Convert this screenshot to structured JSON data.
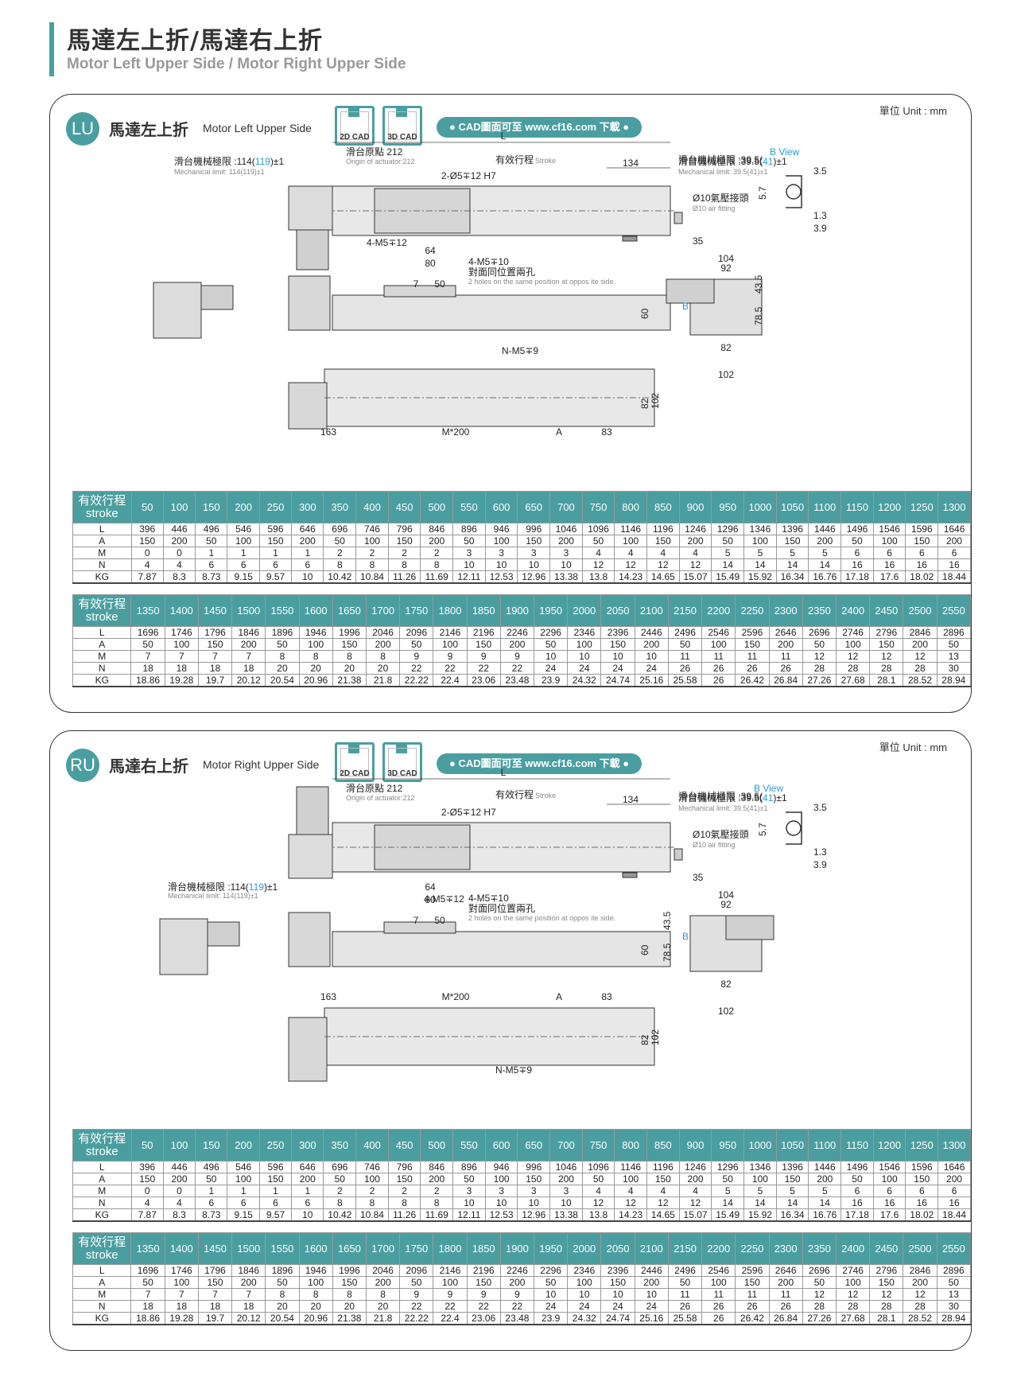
{
  "header": {
    "title": "馬達左上折/馬達右上折",
    "subtitle": "Motor Left Upper Side / Motor Right Upper Side"
  },
  "colors": {
    "accent": "#4a9ea0",
    "dim_blue": "#2a9ad4"
  },
  "cad": {
    "label_2d": "2D CAD",
    "label_3d": "3D CAD",
    "download": "● CAD圖面可至 www.cf16.com 下載 ●"
  },
  "unit": "單位 Unit : mm",
  "sections": [
    {
      "badge": "LU",
      "title": "馬達左上折",
      "subtitle": "Motor Left Upper Side",
      "labels": {
        "L": "L",
        "origin": "滑台原點 212",
        "origin_en": "Origin of actuator:212",
        "stroke": "有效行程",
        "stroke_en": "Stroke",
        "d134": "134",
        "mech_left_pre": "滑台機械極限 :114(",
        "mech_left_val": "119",
        "mech_left_post": ")±1",
        "mech_left_en": "Mechanical limit: 114(119)±1",
        "mech_right_pre": "滑台機械極限 :39.5(",
        "mech_right_val": "41",
        "mech_right_post": ")±1",
        "mech_right_en": "Mechanical limit: 39.5(41)±1",
        "pin": "2-Ø5∓12 H7",
        "air": "Ø10氣壓接頭",
        "air_en": "Ø10 air fitting",
        "bview": "B View",
        "d3_5": "3.5",
        "d5_7": "5.7",
        "d1_3": "1.3",
        "d3_9": "3.9",
        "d35": "35",
        "m5_12": "4-M5∓12",
        "d64": "64",
        "d80": "80",
        "m5_10": "4-M5∓10",
        "holes": "對面同位置兩孔",
        "holes_en": "2 holes on the same position at oppos ite side.",
        "d7": "7",
        "d50": "50",
        "d104": "104",
        "d92": "92",
        "d43_5": "43.5",
        "d78_5": "78.5",
        "d60": "60",
        "d82": "82",
        "d102": "102",
        "B": "B",
        "nm5": "N-M5∓9",
        "d163": "163",
        "m200": "M*200",
        "A": "A",
        "d83": "83"
      }
    },
    {
      "badge": "RU",
      "title": "馬達右上折",
      "subtitle": "Motor Right Upper Side",
      "labels": {
        "L": "L",
        "origin": "滑台原點 212",
        "origin_en": "Origin of actuator:212",
        "stroke": "有效行程",
        "stroke_en": "Stroke",
        "d134": "134",
        "mech_left_pre": "滑台機械極限 :114(",
        "mech_left_val": "119",
        "mech_left_post": ")±1",
        "mech_left_en": "Mechanical limit: 114(119)±1",
        "mech_right_pre": "滑台機械極限 :39.5(",
        "mech_right_val": "41",
        "mech_right_post": ")±1",
        "mech_right_en": "Mechanical limit: 39.5(41)±1",
        "pin": "2-Ø5∓12 H7",
        "air": "Ø10氣壓接頭",
        "air_en": "Ø10 air fitting",
        "bview": "B View",
        "d3_5": "3.5",
        "d5_7": "5.7",
        "d1_3": "1.3",
        "d3_9": "3.9",
        "d35": "35",
        "m5_12": "4-M5∓12",
        "d64": "64",
        "d80": "80",
        "m5_10": "4-M5∓10",
        "holes": "對面同位置兩孔",
        "holes_en": "2 holes on the same position at oppos ite side.",
        "d7": "7",
        "d50": "50",
        "d104": "104",
        "d92": "92",
        "d43_5": "43.5",
        "d78_5": "78.5",
        "d60": "60",
        "d82": "82",
        "d102": "102",
        "B": "B",
        "nm5": "N-M5∓9",
        "d163": "163",
        "m200": "M*200",
        "A": "A",
        "d83": "83"
      }
    }
  ],
  "table_label": "有效行程",
  "table_label_en": "stroke",
  "row_labels": [
    "L",
    "A",
    "M",
    "N",
    "KG"
  ],
  "table1": {
    "stroke": [
      "50",
      "100",
      "150",
      "200",
      "250",
      "300",
      "350",
      "400",
      "450",
      "500",
      "550",
      "600",
      "650",
      "700",
      "750",
      "800",
      "850",
      "900",
      "950",
      "1000",
      "1050",
      "1100",
      "1150",
      "1200",
      "1250",
      "1300"
    ],
    "L": [
      "396",
      "446",
      "496",
      "546",
      "596",
      "646",
      "696",
      "746",
      "796",
      "846",
      "896",
      "946",
      "996",
      "1046",
      "1096",
      "1146",
      "1196",
      "1246",
      "1296",
      "1346",
      "1396",
      "1446",
      "1496",
      "1546",
      "1596",
      "1646"
    ],
    "A": [
      "150",
      "200",
      "50",
      "100",
      "150",
      "200",
      "50",
      "100",
      "150",
      "200",
      "50",
      "100",
      "150",
      "200",
      "50",
      "100",
      "150",
      "200",
      "50",
      "100",
      "150",
      "200",
      "50",
      "100",
      "150",
      "200"
    ],
    "M": [
      "0",
      "0",
      "1",
      "1",
      "1",
      "1",
      "2",
      "2",
      "2",
      "2",
      "3",
      "3",
      "3",
      "3",
      "4",
      "4",
      "4",
      "4",
      "5",
      "5",
      "5",
      "5",
      "6",
      "6",
      "6",
      "6"
    ],
    "N": [
      "4",
      "4",
      "6",
      "6",
      "6",
      "6",
      "8",
      "8",
      "8",
      "8",
      "10",
      "10",
      "10",
      "10",
      "12",
      "12",
      "12",
      "12",
      "14",
      "14",
      "14",
      "14",
      "16",
      "16",
      "16",
      "16"
    ],
    "KG": [
      "7.87",
      "8.3",
      "8.73",
      "9.15",
      "9.57",
      "10",
      "10.42",
      "10.84",
      "11.26",
      "11.69",
      "12.11",
      "12.53",
      "12.96",
      "13.38",
      "13.8",
      "14.23",
      "14.65",
      "15.07",
      "15.49",
      "15.92",
      "16.34",
      "16.76",
      "17.18",
      "17.6",
      "18.02",
      "18.44"
    ]
  },
  "table2": {
    "stroke": [
      "1350",
      "1400",
      "1450",
      "1500",
      "1550",
      "1600",
      "1650",
      "1700",
      "1750",
      "1800",
      "1850",
      "1900",
      "1950",
      "2000",
      "2050",
      "2100",
      "2150",
      "2200",
      "2250",
      "2300",
      "2350",
      "2400",
      "2450",
      "2500",
      "2550"
    ],
    "L": [
      "1696",
      "1746",
      "1796",
      "1846",
      "1896",
      "1946",
      "1996",
      "2046",
      "2096",
      "2146",
      "2196",
      "2246",
      "2296",
      "2346",
      "2396",
      "2446",
      "2496",
      "2546",
      "2596",
      "2646",
      "2696",
      "2746",
      "2796",
      "2846",
      "2896"
    ],
    "A": [
      "50",
      "100",
      "150",
      "200",
      "50",
      "100",
      "150",
      "200",
      "50",
      "100",
      "150",
      "200",
      "50",
      "100",
      "150",
      "200",
      "50",
      "100",
      "150",
      "200",
      "50",
      "100",
      "150",
      "200",
      "50"
    ],
    "M": [
      "7",
      "7",
      "7",
      "7",
      "8",
      "8",
      "8",
      "8",
      "9",
      "9",
      "9",
      "9",
      "10",
      "10",
      "10",
      "10",
      "11",
      "11",
      "11",
      "11",
      "12",
      "12",
      "12",
      "12",
      "13"
    ],
    "N": [
      "18",
      "18",
      "18",
      "18",
      "20",
      "20",
      "20",
      "20",
      "22",
      "22",
      "22",
      "22",
      "24",
      "24",
      "24",
      "24",
      "26",
      "26",
      "26",
      "26",
      "28",
      "28",
      "28",
      "28",
      "30"
    ],
    "KG": [
      "18.86",
      "19.28",
      "19.7",
      "20.12",
      "20.54",
      "20.96",
      "21.38",
      "21.8",
      "22.22",
      "22.4",
      "23.06",
      "23.48",
      "23.9",
      "24.32",
      "24.74",
      "25.16",
      "25.58",
      "26",
      "26.42",
      "26.84",
      "27.26",
      "27.68",
      "28.1",
      "28.52",
      "28.94"
    ]
  }
}
